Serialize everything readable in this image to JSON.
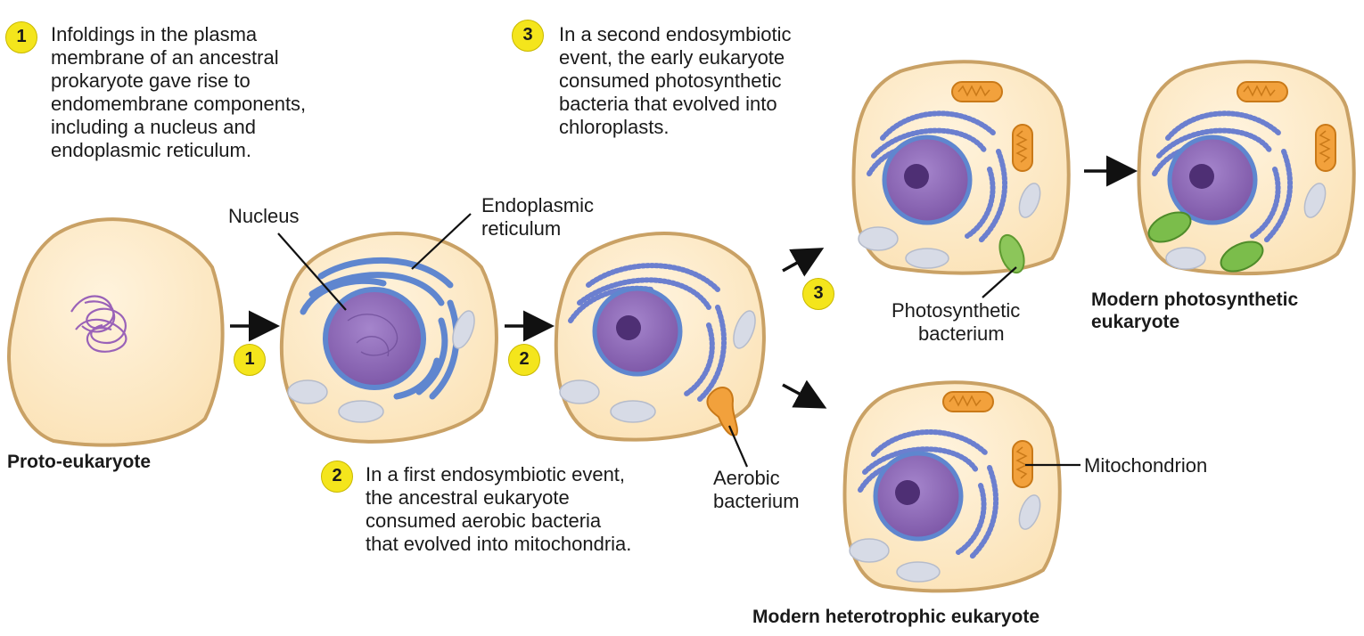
{
  "steps": {
    "step1": {
      "number": "1",
      "lines": [
        "Infoldings in the plasma",
        "membrane of an ancestral",
        "prokaryote gave rise to",
        "endomembrane components,",
        "including a nucleus and",
        "endoplasmic reticulum."
      ]
    },
    "step2": {
      "number": "2",
      "lines": [
        "In a first endosymbiotic event,",
        "the ancestral eukaryote",
        "consumed aerobic bacteria",
        "that evolved into mitochondria."
      ]
    },
    "step3": {
      "number": "3",
      "lines": [
        "In a second endosymbiotic",
        "event, the early eukaryote",
        "consumed photosynthetic",
        "bacteria that evolved into",
        "chloroplasts."
      ]
    }
  },
  "labels": {
    "nucleus": "Nucleus",
    "er": [
      "Endoplasmic",
      "reticulum"
    ],
    "aerobic": [
      "Aerobic",
      "bacterium"
    ],
    "photosynthetic_bacterium": [
      "Photosynthetic",
      "bacterium"
    ],
    "mitochondrion": "Mitochondrion"
  },
  "captions": {
    "proto": "Proto-eukaryote",
    "modern_photo": [
      "Modern photosynthetic",
      "eukaryote"
    ],
    "modern_hetero": "Modern heterotrophic eukaryote"
  },
  "colors": {
    "cell_fill": "#fbe6c2",
    "cell_outline": "#c9a165",
    "nucleus": "#8c63b0",
    "er": "#6b8fd6",
    "mitochondria": "#f0a33a",
    "chloroplast": "#7bbd4b",
    "badge": "#f4e51c"
  }
}
